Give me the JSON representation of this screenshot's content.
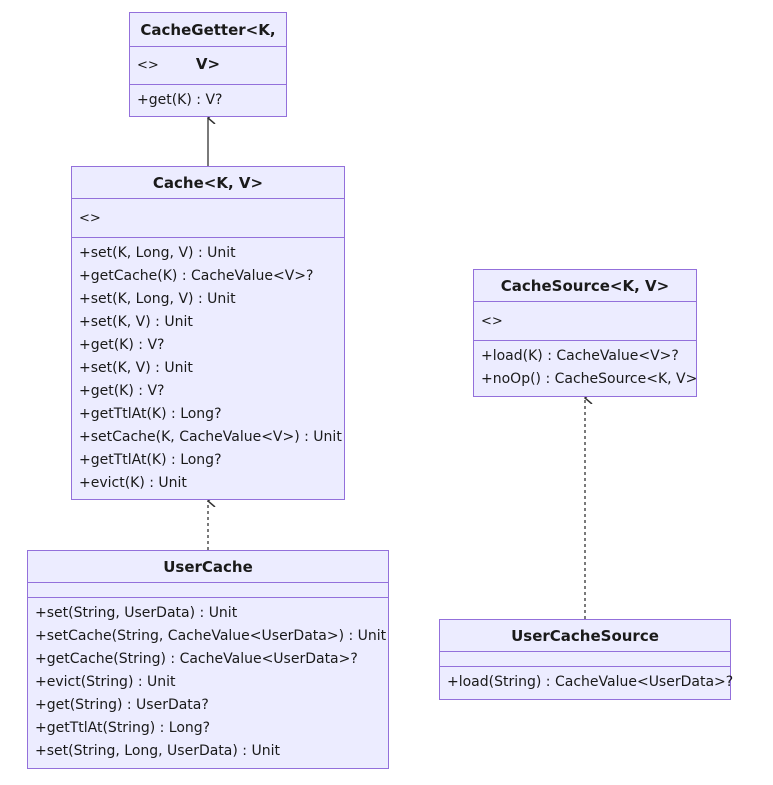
{
  "classes": {
    "cache_getter": {
      "name": "CacheGetter<K, V>",
      "annotation": "<>",
      "methods": [
        "+get(K) : V?"
      ]
    },
    "cache": {
      "name": "Cache<K, V>",
      "annotation": "<>",
      "methods": [
        "+set(K, Long, V) : Unit",
        "+getCache(K) : CacheValue<V>?",
        "+set(K, Long, V) : Unit",
        "+set(K, V) : Unit",
        "+get(K) : V?",
        "+set(K, V) : Unit",
        "+get(K) : V?",
        "+getTtlAt(K) : Long?",
        "+setCache(K, CacheValue<V>) : Unit",
        "+getTtlAt(K) : Long?",
        "+evict(K) : Unit"
      ]
    },
    "user_cache": {
      "name": "UserCache",
      "methods": [
        "+set(String, UserData) : Unit",
        "+setCache(String, CacheValue<UserData>) : Unit",
        "+getCache(String) : CacheValue<UserData>?",
        "+evict(String) : Unit",
        "+get(String) : UserData?",
        "+getTtlAt(String) : Long?",
        "+set(String, Long, UserData) : Unit"
      ]
    },
    "cache_source": {
      "name": "CacheSource<K, V>",
      "annotation": "<>",
      "methods": [
        "+load(K) : CacheValue<V>?",
        "+noOp() : CacheSource<K, V>"
      ]
    },
    "user_cache_source": {
      "name": "UserCacheSource",
      "methods": [
        "+load(String) : CacheValue<UserData>?"
      ]
    }
  },
  "relations": [
    {
      "from": "Cache<K, V>",
      "to": "CacheGetter<K, V>",
      "type": "inheritance"
    },
    {
      "from": "UserCache",
      "to": "Cache<K, V>",
      "type": "realization"
    },
    {
      "from": "UserCacheSource",
      "to": "CacheSource<K, V>",
      "type": "realization"
    }
  ],
  "colors": {
    "fill": "#ececff",
    "stroke": "#9370db",
    "edge": "#333333"
  }
}
